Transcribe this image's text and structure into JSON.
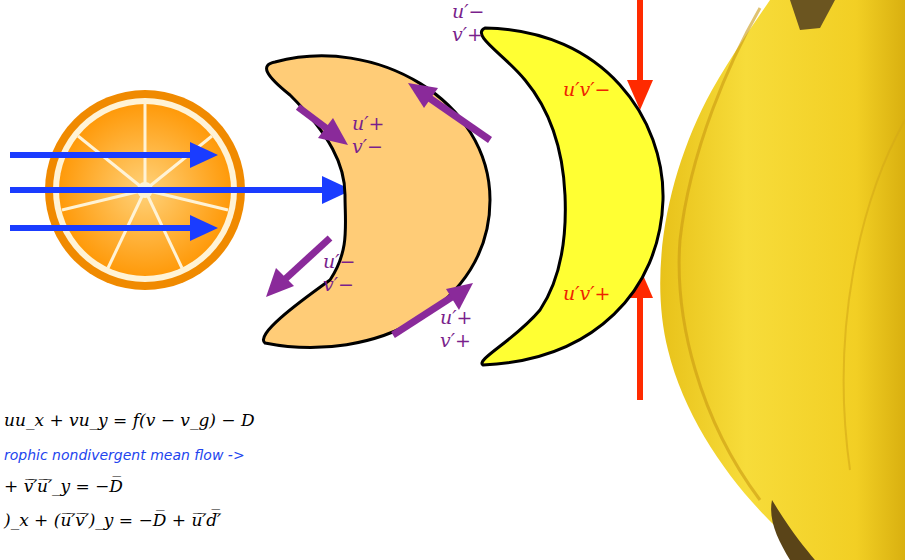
{
  "diagram": {
    "nodes": [
      {
        "text": [
          "u′+ v′−",
          "u′− v′−"
        ]
      },
      {
        "text": [
          "u′v′−",
          "u′v′+"
        ]
      }
    ],
    "labels": [
      "u′− v′+",
      "u′+ v′+",
      "uu_x + vu_y = f(v − v_g) − D",
      "rophic nondivergent mean flow ->",
      "+ v̅′̅u̅′̅_y = −D̅",
      ")_x + (u̅′̅v̅′̅)_y = −D̅ + u̅′̅d̅′̅"
    ]
  }
}
